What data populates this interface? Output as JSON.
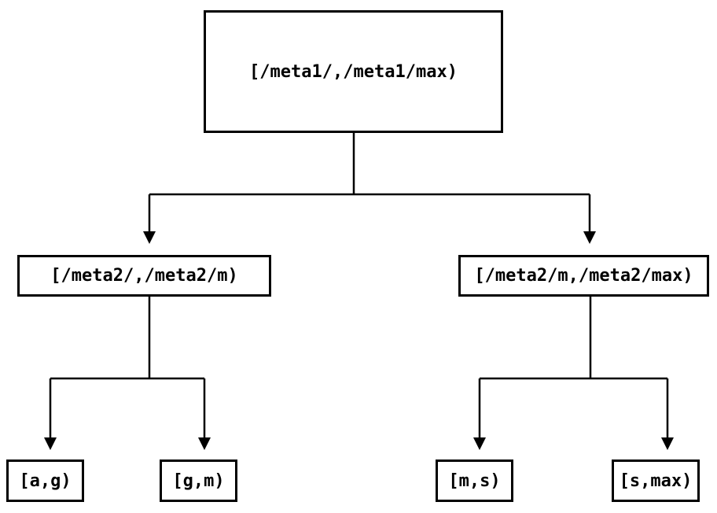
{
  "diagram": {
    "type": "tree",
    "description_colors": {
      "background": "#ffffff",
      "box_border": "#000000",
      "text": "#000000",
      "line": "#000000"
    },
    "root": {
      "label": "[/meta1/,/meta1/max)"
    },
    "level2": [
      {
        "label": "[/meta2/,/meta2/m)"
      },
      {
        "label": "[/meta2/m,/meta2/max)"
      }
    ],
    "leaves": [
      {
        "label": "[a,g)"
      },
      {
        "label": "[g,m)"
      },
      {
        "label": "[m,s)"
      },
      {
        "label": "[s,max)"
      }
    ]
  }
}
